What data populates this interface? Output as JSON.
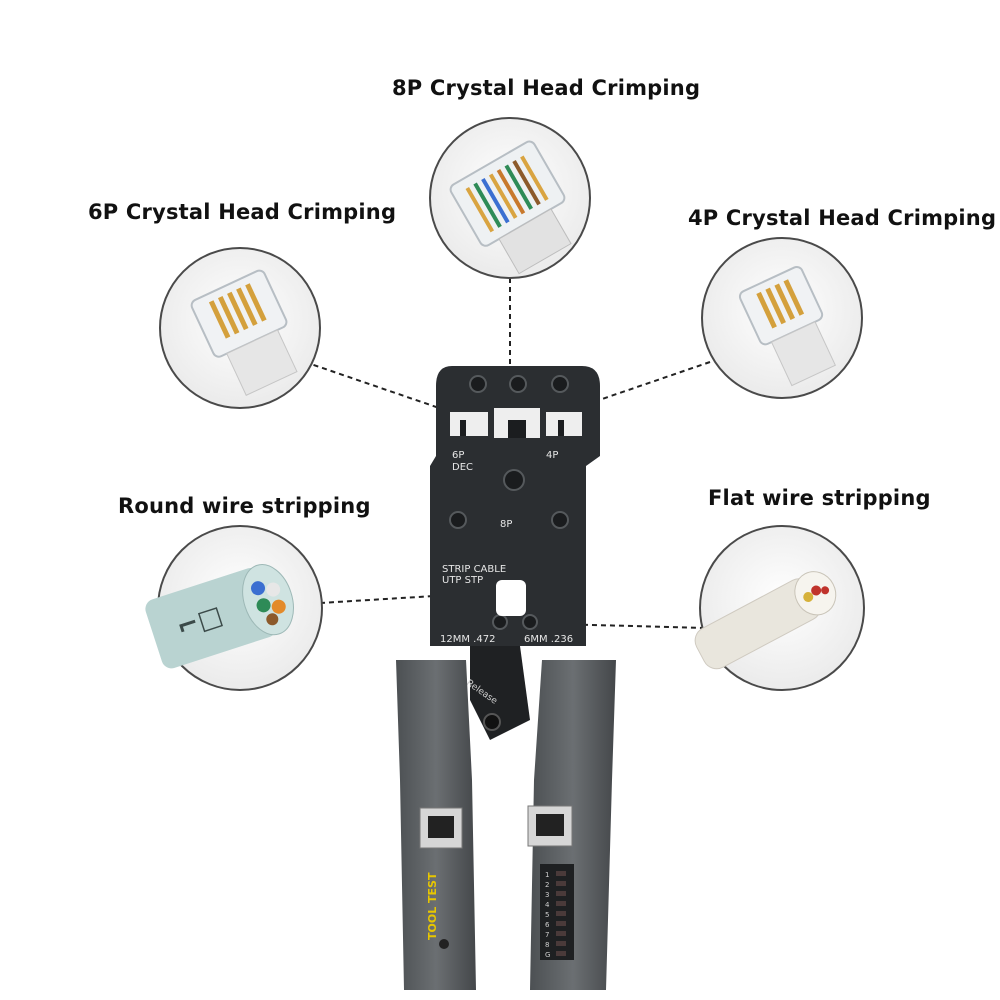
{
  "callouts": {
    "eight_p": "8P Crystal Head Crimping",
    "six_p": "6P Crystal Head Crimping",
    "four_p": "4P Crystal Head Crimping",
    "round_strip": "Round wire stripping",
    "flat_strip": "Flat wire stripping"
  },
  "tool_markings": {
    "six_p": "6P",
    "dec": "DEC",
    "four_p": "4P",
    "eight_p": "8P",
    "strip_cable": "STRIP CABLE",
    "utp_stp": "UTP STP",
    "twelve_mm": "12MM .472",
    "six_mm": "6MM .236",
    "release": "Release",
    "brand": "TOOL TEST",
    "led_numbers": [
      "1",
      "2",
      "3",
      "4",
      "5",
      "6",
      "7",
      "8",
      "G"
    ]
  },
  "colors": {
    "tool_dark": "#2b2e31",
    "handle_grey": "#5b5f62",
    "leader_line": "#222222"
  }
}
